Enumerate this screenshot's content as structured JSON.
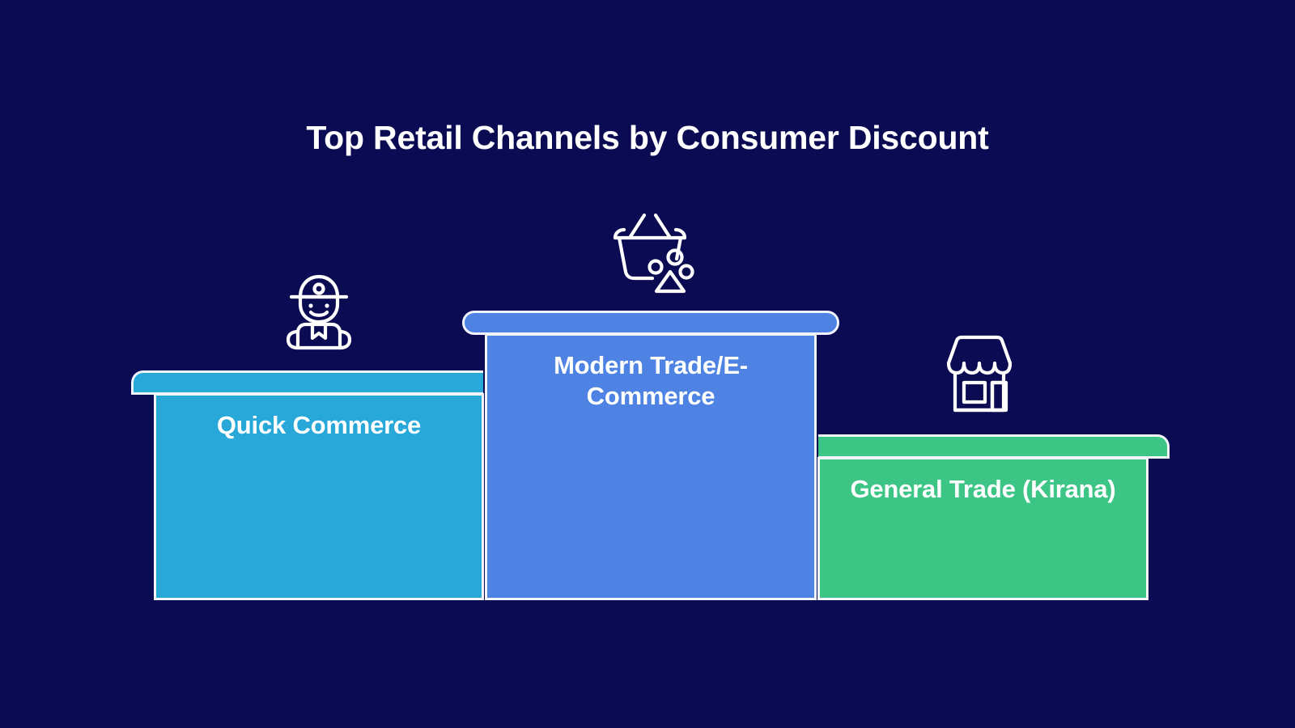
{
  "chart": {
    "title": "Top Retail Channels by Consumer Discount",
    "background_color": "#0a0b52",
    "text_color": "#ffffff",
    "outline_color": "#f2f4fb"
  },
  "chart_data": {
    "type": "bar",
    "title": "Top Retail Channels by Consumer Discount",
    "subtitle": "",
    "xlabel": "",
    "ylabel": "",
    "grid": false,
    "legend": "none",
    "categories": [
      "Quick Commerce",
      "Modern Trade/E-Commerce",
      "General Trade (Kirana)"
    ],
    "values": [
      2,
      3,
      1
    ],
    "ranks": [
      2,
      1,
      3
    ],
    "colors": [
      "#27a8d8",
      "#4f83e3",
      "#3dc585"
    ],
    "icons": [
      "delivery-person-icon",
      "shopping-basket-icon",
      "storefront-icon"
    ],
    "note": "Podium-style ranking chart; bar heights encode rank order (tallest = top channel), no numeric axis shown."
  },
  "podiums": [
    {
      "id": "quick-commerce",
      "label": "Quick Commerce",
      "color": "#27a8d8",
      "icon": "delivery-person-icon",
      "rank": 2
    },
    {
      "id": "modern-trade",
      "label": "Modern Trade/E-Commerce",
      "color": "#4f83e3",
      "icon": "shopping-basket-icon",
      "rank": 1
    },
    {
      "id": "general-trade",
      "label": "General Trade (Kirana)",
      "color": "#3dc585",
      "icon": "storefront-icon",
      "rank": 3
    }
  ]
}
